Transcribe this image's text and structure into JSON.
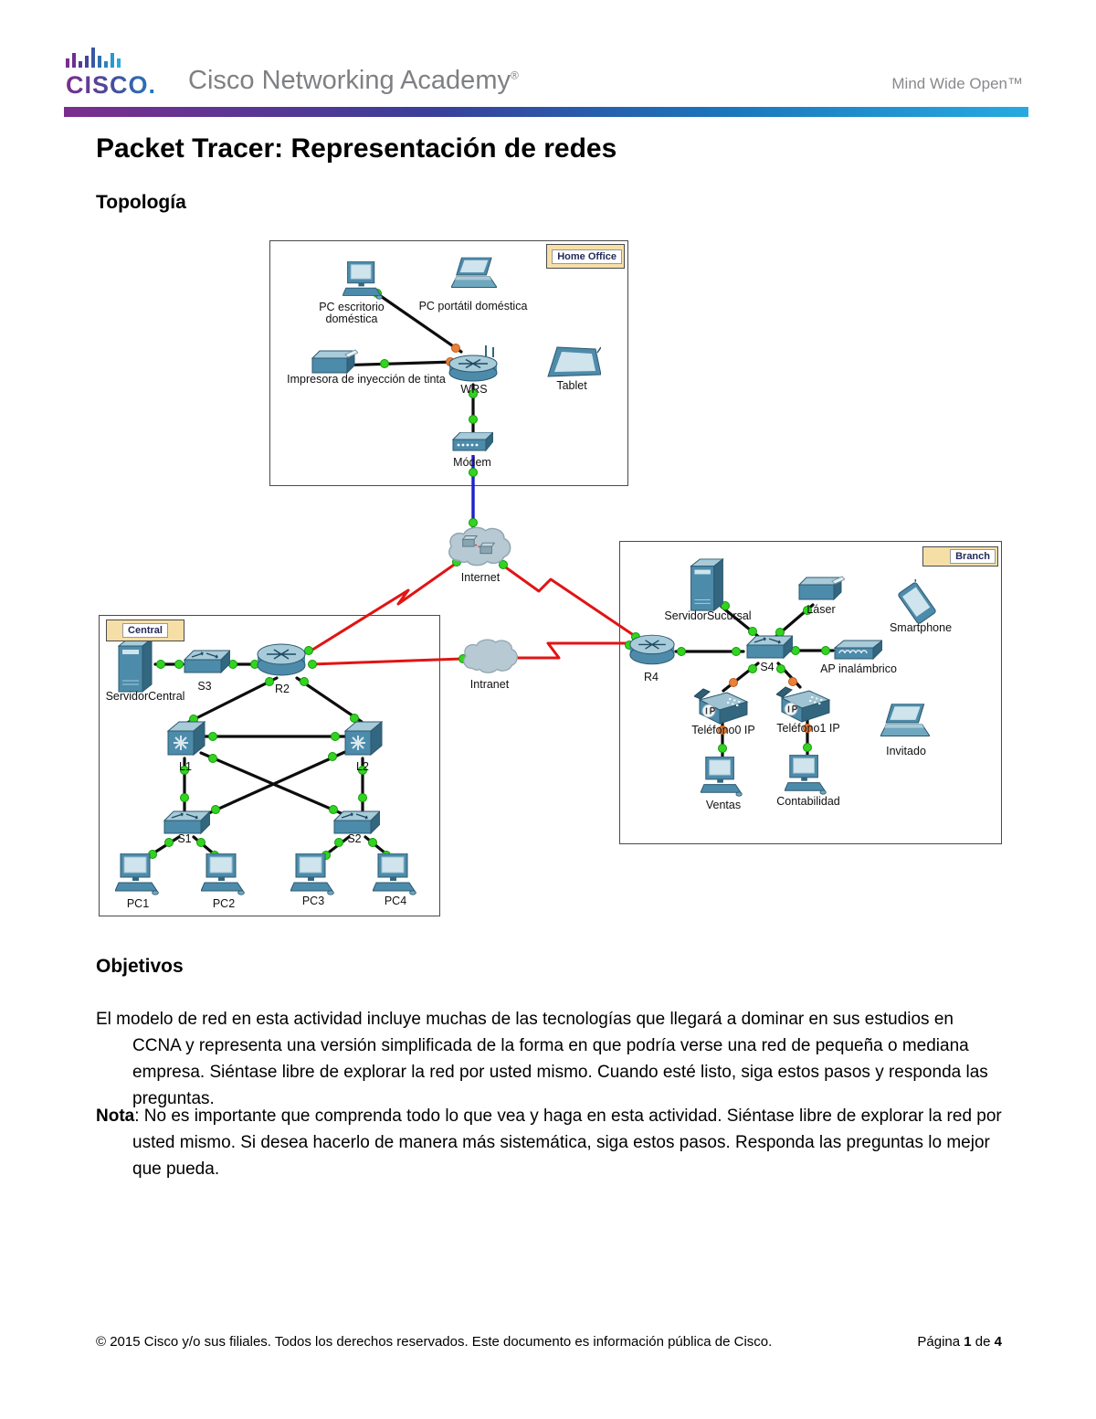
{
  "header": {
    "logo_word": "CISCO.",
    "brand": "Cisco Networking Academy",
    "brand_mark": "®",
    "tagline": "Mind Wide Open™",
    "accent_colors": [
      "#7b2d8e",
      "#3a3f99",
      "#1b75bb",
      "#27aae1"
    ]
  },
  "doc": {
    "title": "Packet Tracer: Representación de redes",
    "topology_heading": "Topología",
    "objectives_heading": "Objetivos",
    "objectives_paragraph": "El modelo de red en esta actividad incluye muchas de las tecnologías que llegará a dominar en sus estudios en CCNA y representa una versión simplificada de la forma en que podría verse una red de pequeña o mediana empresa. Siéntase libre de explorar la red por usted mismo. Cuando esté listo, siga estos pasos y responda las preguntas.",
    "note_label": "Nota",
    "note_text": ": No es importante que comprenda todo lo que vea y haga en esta actividad. Siéntase libre de explorar la red por usted mismo. Si desea hacerlo de manera más sistemática, siga estos pasos. Responda las preguntas lo mejor que pueda."
  },
  "diagram": {
    "zones": {
      "home_office": "Home Office",
      "central": "Central",
      "branch": "Branch"
    },
    "home_office": {
      "pc_desktop_l1": "PC escritorio",
      "pc_desktop_l2": "doméstica",
      "laptop": "PC portátil doméstica",
      "printer": "Impresora de inyección de tinta",
      "wrs": "WRS",
      "tablet": "Tablet",
      "modem": "Módem"
    },
    "clouds": {
      "internet": "Internet",
      "intranet": "Intranet"
    },
    "central": {
      "server": "ServidorCentral",
      "s3": "S3",
      "r2": "R2",
      "l1": "L1",
      "l2": "L2",
      "s1": "S1",
      "s2": "S2",
      "pc1": "PC1",
      "pc2": "PC2",
      "pc3": "PC3",
      "pc4": "PC4"
    },
    "branch": {
      "server": "ServidorSucursal",
      "laser": "Láser",
      "smartphone": "Smartphone",
      "r4": "R4",
      "s4": "S4",
      "ap": "AP inalámbrico",
      "phone0": "Teléfono0 IP",
      "phone1": "Teléfono1 IP",
      "guest": "Invitado",
      "ventas": "Ventas",
      "contabilidad": "Contabilidad"
    },
    "status_colors": {
      "link_up": "#33d421",
      "link_attention": "#e8813c",
      "serial": "#e11414",
      "dsl": "#2020cc",
      "ethernet": "#0d0d0d"
    },
    "links": [
      {
        "from": "PC escritorio doméstica",
        "to": "WRS",
        "type": "ethernet"
      },
      {
        "from": "Impresora de inyección de tinta",
        "to": "WRS",
        "type": "ethernet"
      },
      {
        "from": "WRS",
        "to": "Módem",
        "type": "ethernet"
      },
      {
        "from": "Módem",
        "to": "Internet",
        "type": "dsl"
      },
      {
        "from": "Internet",
        "to": "R2",
        "type": "serial"
      },
      {
        "from": "Internet",
        "to": "R4",
        "type": "serial"
      },
      {
        "from": "R2",
        "to": "Intranet",
        "type": "serial"
      },
      {
        "from": "Intranet",
        "to": "R4",
        "type": "serial"
      },
      {
        "from": "ServidorCentral",
        "to": "S3",
        "type": "ethernet"
      },
      {
        "from": "S3",
        "to": "R2",
        "type": "ethernet"
      },
      {
        "from": "R2",
        "to": "L1",
        "type": "ethernet"
      },
      {
        "from": "R2",
        "to": "L2",
        "type": "ethernet"
      },
      {
        "from": "L1",
        "to": "L2",
        "type": "ethernet"
      },
      {
        "from": "L1",
        "to": "S1",
        "type": "ethernet"
      },
      {
        "from": "L1",
        "to": "S2",
        "type": "ethernet"
      },
      {
        "from": "L2",
        "to": "S1",
        "type": "ethernet"
      },
      {
        "from": "L2",
        "to": "S2",
        "type": "ethernet"
      },
      {
        "from": "S1",
        "to": "PC1",
        "type": "ethernet"
      },
      {
        "from": "S1",
        "to": "PC2",
        "type": "ethernet"
      },
      {
        "from": "S2",
        "to": "PC3",
        "type": "ethernet"
      },
      {
        "from": "S2",
        "to": "PC4",
        "type": "ethernet"
      },
      {
        "from": "R4",
        "to": "S4",
        "type": "ethernet"
      },
      {
        "from": "S4",
        "to": "ServidorSucursal",
        "type": "ethernet"
      },
      {
        "from": "S4",
        "to": "Láser",
        "type": "ethernet"
      },
      {
        "from": "S4",
        "to": "AP inalámbrico",
        "type": "ethernet"
      },
      {
        "from": "S4",
        "to": "Teléfono0 IP",
        "type": "ethernet"
      },
      {
        "from": "S4",
        "to": "Teléfono1 IP",
        "type": "ethernet"
      },
      {
        "from": "Teléfono0 IP",
        "to": "Ventas",
        "type": "ethernet"
      },
      {
        "from": "Teléfono1 IP",
        "to": "Contabilidad",
        "type": "ethernet"
      }
    ]
  },
  "footer": {
    "copyright": "© 2015 Cisco y/o sus filiales. Todos los derechos reservados. Este documento es información pública de Cisco.",
    "page_label": "Página ",
    "page_num": "1",
    "page_sep": " de ",
    "page_total": "4"
  }
}
